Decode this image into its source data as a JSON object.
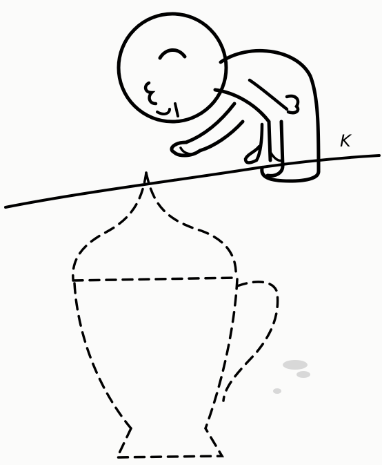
{
  "illustration": {
    "label_k": "K",
    "ink_color": "#000000",
    "paper_color": "#fbfbfa",
    "figure": "person-bending-over-ledge",
    "hidden_object": "dashed-cup-outline"
  }
}
